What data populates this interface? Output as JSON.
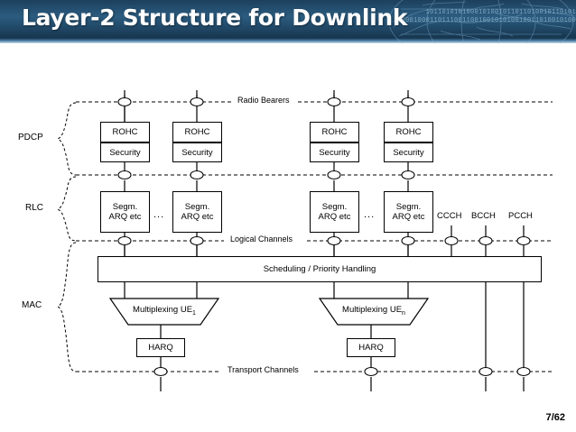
{
  "header": {
    "title": "Layer-2 Structure for Downlink",
    "binary_pattern_top": "1011010101000101001011011010010110101",
    "binary_pattern_bottom": "10001000110111001100100101010010011010010100",
    "globe_icon": "world-map-globe-icon"
  },
  "page": {
    "number": "7/62"
  },
  "diagram": {
    "layer_labels": [
      {
        "id": "pdcp",
        "label": "PDCP"
      },
      {
        "id": "rlc",
        "label": "RLC"
      },
      {
        "id": "mac",
        "label": "MAC"
      }
    ],
    "interface_lines": [
      {
        "id": "radio-bearers",
        "label": "Radio Bearers"
      },
      {
        "id": "pdcp-rlc-boundary",
        "label": ""
      },
      {
        "id": "logical-channels",
        "label": "Logical Channels"
      },
      {
        "id": "transport-channels",
        "label": "Transport Channels"
      }
    ],
    "pdcp_blocks": [
      {
        "column": 1,
        "rohc": "ROHC",
        "security": "Security"
      },
      {
        "column": 2,
        "rohc": "ROHC",
        "security": "Security"
      },
      {
        "column": 3,
        "rohc": "ROHC",
        "security": "Security"
      },
      {
        "column": 4,
        "rohc": "ROHC",
        "security": "Security"
      }
    ],
    "rlc_blocks": [
      {
        "column": 1,
        "line1": "Segm.",
        "line2": "ARQ etc"
      },
      {
        "column": 2,
        "line1": "Segm.",
        "line2": "ARQ etc"
      },
      {
        "column": 3,
        "line1": "Segm.",
        "line2": "ARQ etc"
      },
      {
        "column": 4,
        "line1": "Segm.",
        "line2": "ARQ etc"
      }
    ],
    "ellipsis": "...",
    "control_channels": [
      {
        "id": "ccch",
        "label": "CCCH"
      },
      {
        "id": "bcch",
        "label": "BCCH"
      },
      {
        "id": "pcch",
        "label": "PCCH"
      }
    ],
    "scheduling_block": "Scheduling / Priority Handling",
    "multiplexing_blocks": [
      {
        "id": "mux-ue1",
        "label": "Multiplexing UE",
        "subscript": "1"
      },
      {
        "id": "mux-uen",
        "label": "Multiplexing UE",
        "subscript": "n"
      }
    ],
    "harq_blocks": [
      {
        "id": "harq-1",
        "label": "HARQ"
      },
      {
        "id": "harq-n",
        "label": "HARQ"
      }
    ]
  },
  "colors": {
    "header_dark": "#1d3f5c",
    "header_mid": "#2b5c80",
    "header_light": "#cddde8",
    "title_text": "#ffffff",
    "diagram_stroke": "#000000",
    "page_background": "#ffffff"
  }
}
